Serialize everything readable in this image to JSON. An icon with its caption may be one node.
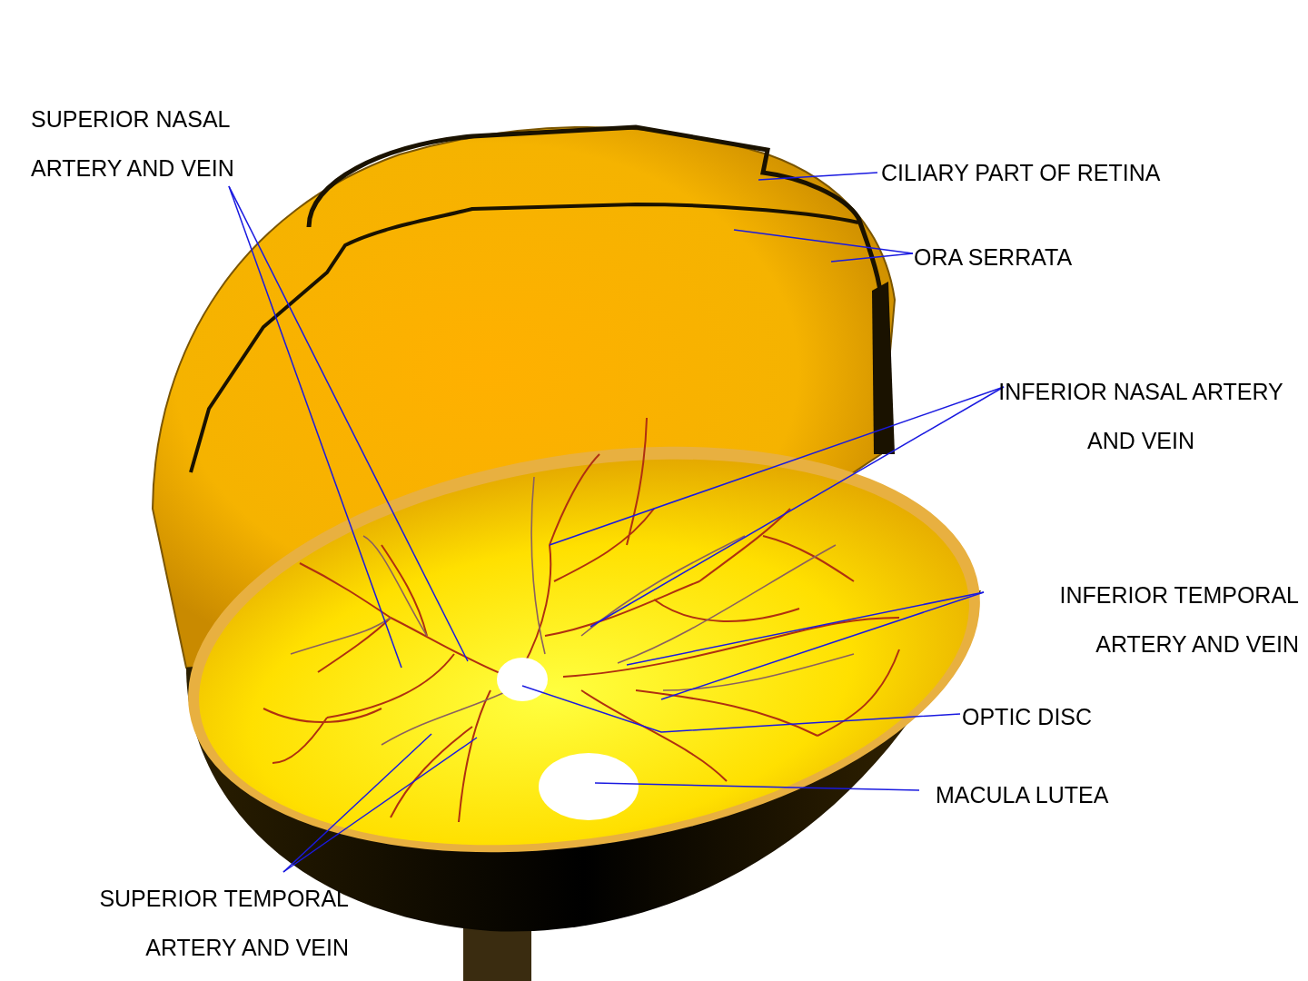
{
  "diagram": {
    "nodes": [
      {
        "text": [
          "SUPERIOR NASAL ARTERY AND VEIN"
        ]
      },
      {
        "text": [
          "CILIARY PART OF RETINA"
        ]
      },
      {
        "text": [
          "ORA SERRATA"
        ]
      },
      {
        "text": [
          "INFERIOR NASAL ARTERY AND VEIN"
        ]
      },
      {
        "text": [
          "INFERIOR TEMPORAL ARTERY AND VEIN"
        ]
      },
      {
        "text": [
          "OPTIC DISC"
        ]
      },
      {
        "text": [
          "MACULA LUTEA"
        ]
      },
      {
        "text": [
          "SUPERIOR TEMPORAL ARTERY AND VEIN"
        ]
      }
    ],
    "edges": [
      {
        "from": 0,
        "to": null,
        "arrow": "none"
      },
      {
        "from": 0,
        "to": null,
        "arrow": "none"
      },
      {
        "from": 1,
        "to": null,
        "arrow": "none"
      },
      {
        "from": 2,
        "to": null,
        "arrow": "none"
      },
      {
        "from": 2,
        "to": null,
        "arrow": "none"
      },
      {
        "from": 3,
        "to": null,
        "arrow": "none"
      },
      {
        "from": 3,
        "to": null,
        "arrow": "none"
      },
      {
        "from": 4,
        "to": null,
        "arrow": "none"
      },
      {
        "from": 4,
        "to": null,
        "arrow": "none"
      },
      {
        "from": 5,
        "to": null,
        "arrow": "none"
      },
      {
        "from": 6,
        "to": null,
        "arrow": "none"
      },
      {
        "from": 7,
        "to": null,
        "arrow": "none"
      },
      {
        "from": 7,
        "to": null,
        "arrow": "none"
      }
    ]
  }
}
